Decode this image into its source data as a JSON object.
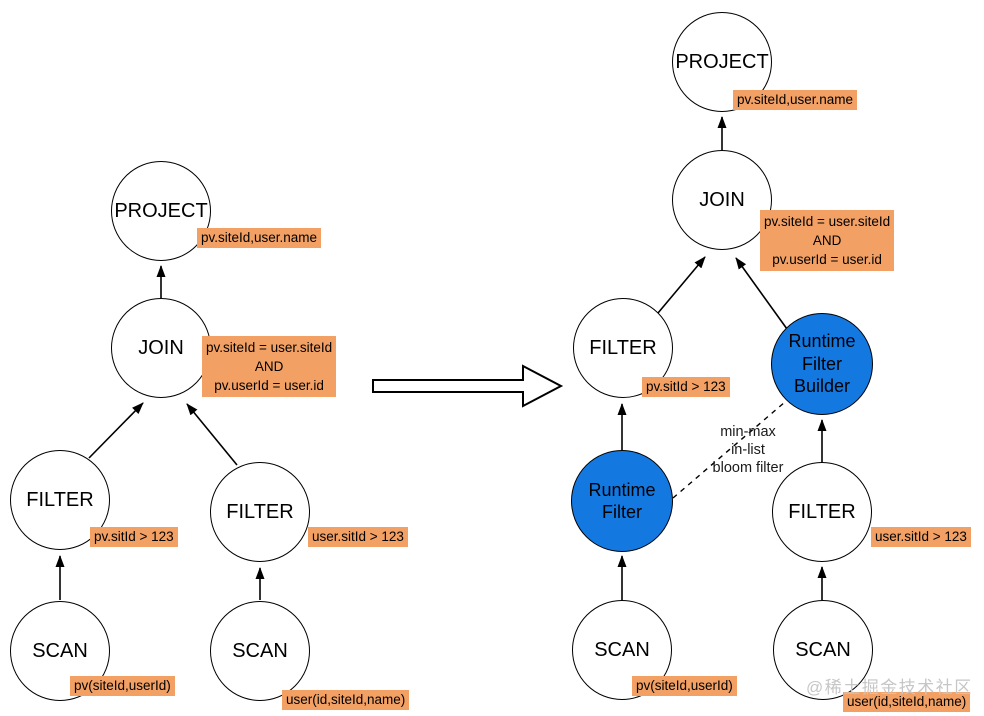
{
  "colors": {
    "annotation_bg": "#f2a064",
    "runtime_node_fill": "#1478e1",
    "node_fill": "#ffffff",
    "node_border": "#000000",
    "edge_color": "#000000",
    "watermark_color": "#c6c6c6"
  },
  "left_tree": {
    "project": {
      "label": "PROJECT",
      "annotation": "pv.siteId,user.name"
    },
    "join": {
      "label": "JOIN",
      "annotation": "pv.siteId = user.siteId\nAND\npv.userId = user.id"
    },
    "filter_pv": {
      "label": "FILTER",
      "annotation": "pv.sitId > 123"
    },
    "filter_user": {
      "label": "FILTER",
      "annotation": "user.sitId > 123"
    },
    "scan_pv": {
      "label": "SCAN",
      "annotation": "pv(siteId,userId)"
    },
    "scan_user": {
      "label": "SCAN",
      "annotation": "user(id,siteId,name)"
    }
  },
  "right_tree": {
    "project": {
      "label": "PROJECT",
      "annotation": "pv.siteId,user.name"
    },
    "join": {
      "label": "JOIN",
      "annotation": "pv.siteId = user.siteId\nAND\npv.userId = user.id"
    },
    "filter_pv": {
      "label": "FILTER",
      "annotation": "pv.sitId > 123"
    },
    "runtime_filter": {
      "label": "Runtime\nFilter"
    },
    "runtime_filter_builder": {
      "label": "Runtime\nFilter\nBuilder"
    },
    "filter_user": {
      "label": "FILTER",
      "annotation": "user.sitId > 123"
    },
    "scan_pv": {
      "label": "SCAN",
      "annotation": "pv(siteId,userId)"
    },
    "scan_user": {
      "label": "SCAN",
      "annotation": "user(id,siteId,name)"
    },
    "runtime_link_note": "min-max\nin-list\nbloom filter"
  },
  "watermark": "@稀土掘金技术社区"
}
